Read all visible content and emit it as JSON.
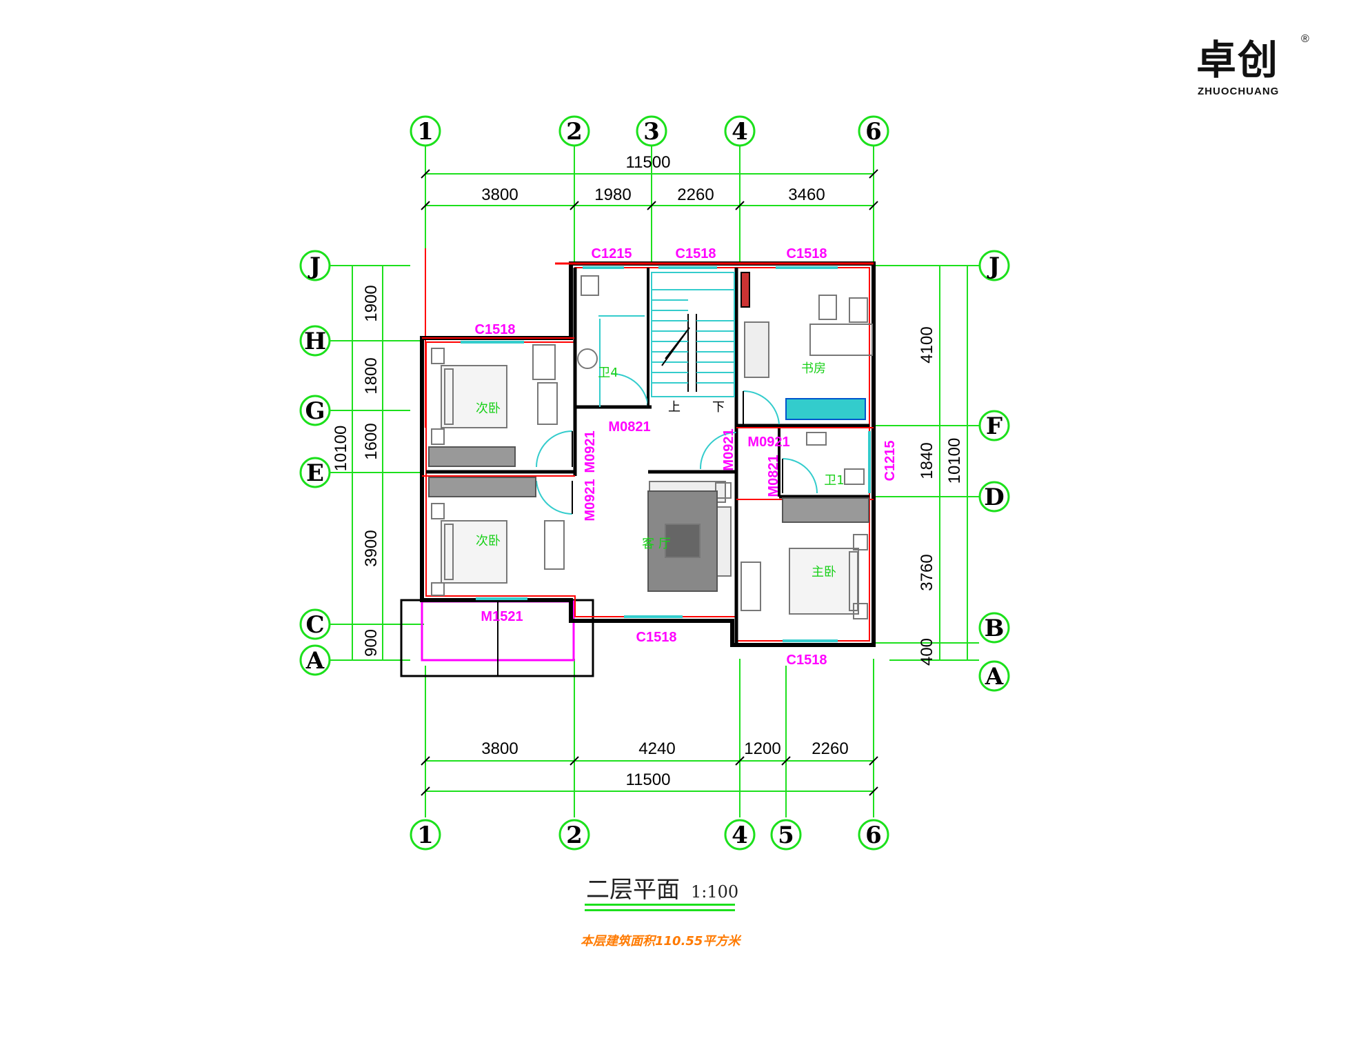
{
  "logo": {
    "cn": "卓创",
    "en": "ZHUOCHUANG",
    "reg": "®"
  },
  "title": {
    "main": "二层平面",
    "scale": "1:100"
  },
  "area_note": "本层建筑面积110.55平方米",
  "axes": {
    "top": [
      "1",
      "2",
      "3",
      "4",
      "6"
    ],
    "bottom": [
      "1",
      "2",
      "4",
      "5",
      "6"
    ],
    "left": [
      "J",
      "H",
      "G",
      "E",
      "C",
      "A"
    ],
    "right": [
      "J",
      "F",
      "D",
      "B",
      "A"
    ]
  },
  "dims": {
    "top_total": "11500",
    "top": [
      "3800",
      "1980",
      "2260",
      "3460"
    ],
    "bottom": [
      "3800",
      "4240",
      "1200",
      "2260"
    ],
    "bottom_total": "11500",
    "left": [
      "1900",
      "1800",
      "1600",
      "3900",
      "900"
    ],
    "left_total": "10100",
    "right": [
      "4100",
      "1840",
      "3760",
      "400"
    ],
    "right_total": "10100"
  },
  "openings": {
    "c1215_top": "C1215",
    "c1518_top_mid": "C1518",
    "c1518_top_right": "C1518",
    "c1518_bed": "C1518",
    "m0821": "M0821",
    "m0921_a": "M0921",
    "m0921_b": "M0921",
    "m0921_c": "M0921",
    "m0921_d": "M0921",
    "m0821_b": "M0821",
    "c1215_right": "C1215",
    "m1521": "M1521",
    "c1518_living": "C1518",
    "c1518_master": "C1518"
  },
  "rooms": {
    "bed2_upper": "次卧",
    "bath4": "卫4",
    "study": "书房",
    "bed2_lower": "次卧",
    "living": "客 厅",
    "bath1": "卫1",
    "master": "主卧",
    "stair_up": "上",
    "stair_down": "下"
  },
  "colors": {
    "axis": "#1ce01c",
    "wall": "#ff0000",
    "tag": "#ff00ff",
    "window": "#33cccc",
    "room_label": "#18d018",
    "area_note": "#ff7a00"
  }
}
